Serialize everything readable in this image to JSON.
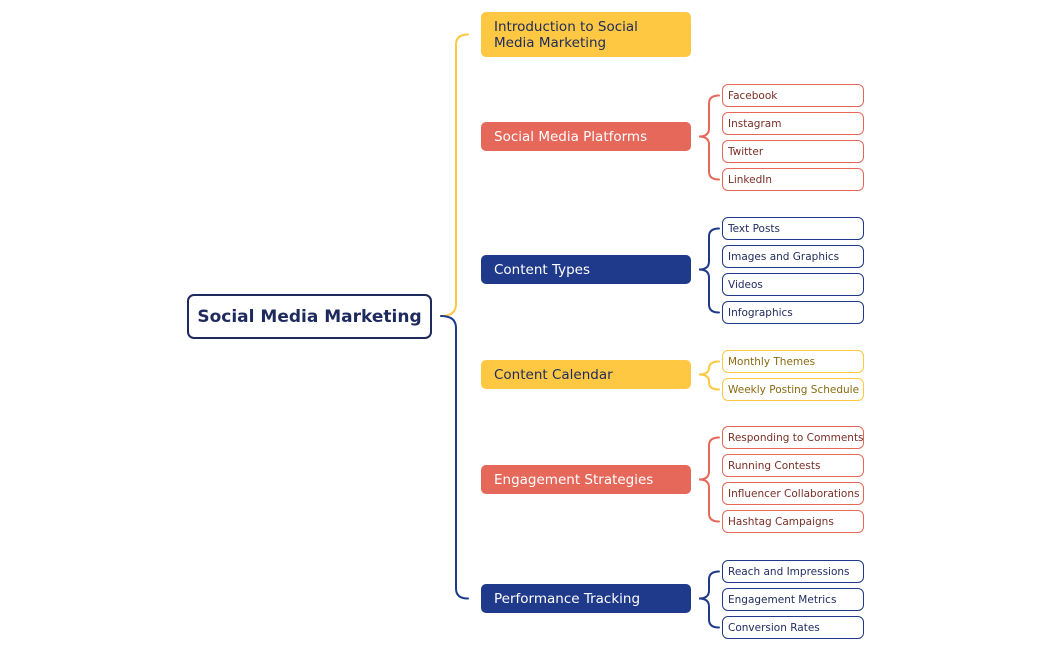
{
  "colors": {
    "yellow": "#fec843",
    "coral": "#e5685a",
    "navy": "#1f3a8a",
    "root_border": "#1e2a5e",
    "yellow_leaf_text": "#8a6a10",
    "coral_leaf_text": "#7a2e26",
    "navy_leaf_text": "#1e2a5e"
  },
  "root": {
    "label": "Social Media Marketing"
  },
  "branches": [
    {
      "label": "Introduction to Social Media Marketing",
      "color": "yellow",
      "children": []
    },
    {
      "label": "Social Media Platforms",
      "color": "coral",
      "children": [
        "Facebook",
        "Instagram",
        "Twitter",
        "LinkedIn"
      ]
    },
    {
      "label": "Content Types",
      "color": "navy",
      "children": [
        "Text Posts",
        "Images and Graphics",
        "Videos",
        "Infographics"
      ]
    },
    {
      "label": "Content Calendar",
      "color": "yellow",
      "children": [
        "Monthly Themes",
        "Weekly Posting Schedule"
      ]
    },
    {
      "label": "Engagement Strategies",
      "color": "coral",
      "children": [
        "Responding to Comments",
        "Running Contests",
        "Influencer Collaborations",
        "Hashtag Campaigns"
      ]
    },
    {
      "label": "Performance Tracking",
      "color": "navy",
      "children": [
        "Reach and Impressions",
        "Engagement Metrics",
        "Conversion Rates"
      ]
    }
  ]
}
